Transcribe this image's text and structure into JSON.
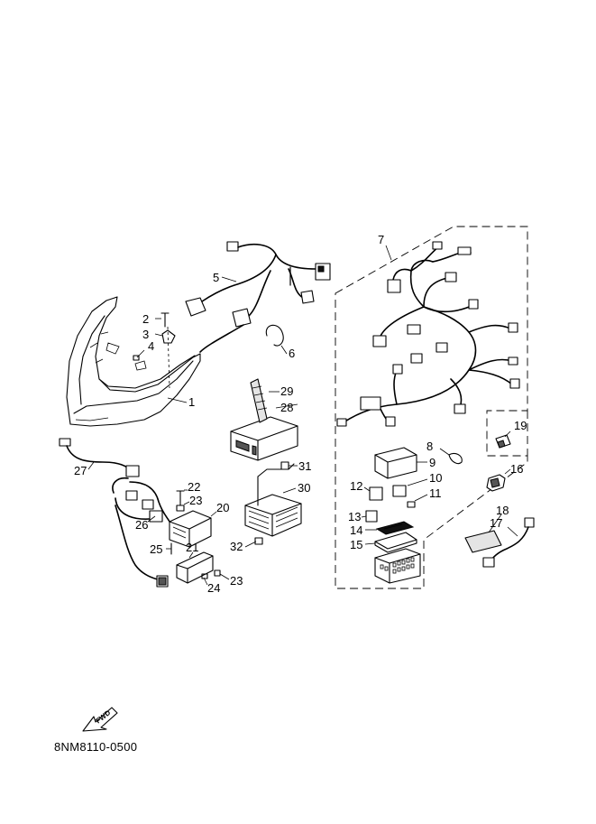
{
  "diagram": {
    "part_labels": [
      "1",
      "2",
      "3",
      "4",
      "5",
      "6",
      "7",
      "8",
      "9",
      "10",
      "11",
      "12",
      "13",
      "14",
      "15",
      "16",
      "17",
      "18",
      "19",
      "20",
      "21",
      "22",
      "23",
      "23",
      "24",
      "25",
      "26",
      "27",
      "28",
      "29",
      "30",
      "31",
      "32"
    ],
    "forward_badge": "FWD",
    "drawing_code": "8NM8110-0500"
  }
}
